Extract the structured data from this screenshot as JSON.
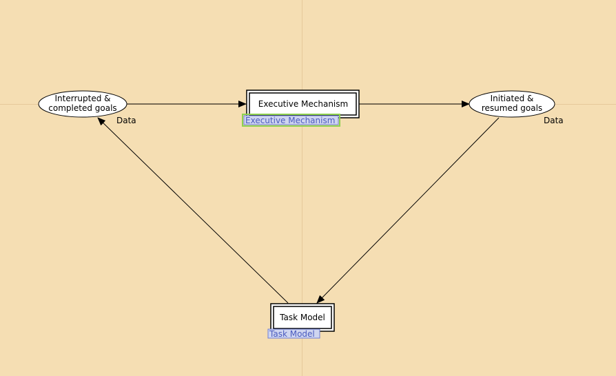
{
  "colors": {
    "background": "#f5deb3",
    "guide_line": "#e6c89a",
    "node_fill": "#ffffff",
    "stroke": "#000000",
    "tag_text": "#4a5bbf",
    "tag_border": "#6f7fd6",
    "tag_fill": "#cfd5f0",
    "tag_highlight": "#8fd14f"
  },
  "places": {
    "interrupted": {
      "line1": "Interrupted &",
      "line2": "completed goals",
      "type_label": "Data"
    },
    "initiated": {
      "line1": "Initiated &",
      "line2": "resumed goals",
      "type_label": "Data"
    }
  },
  "transitions": {
    "executive": {
      "label": "Executive Mechanism",
      "subpage_tag": "Executive Mechanism"
    },
    "task_model": {
      "label": "Task Model",
      "subpage_tag": "Task Model"
    }
  }
}
